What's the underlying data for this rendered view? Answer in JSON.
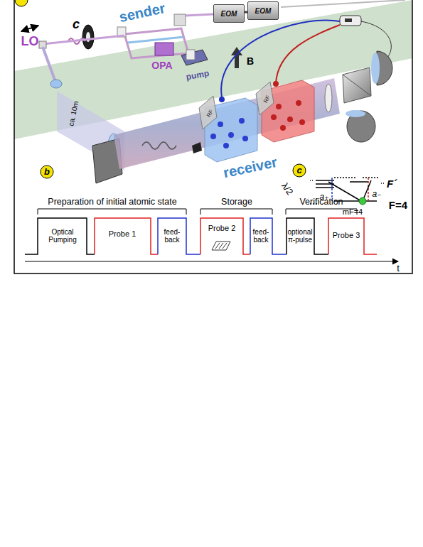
{
  "diagram": {
    "nodes": [
      {
        "text": [
          "EOM"
        ]
      },
      {
        "text": [
          "EOM"
        ]
      }
    ],
    "edges": [
      {
        "from": 0,
        "to": 1,
        "arrow": "none"
      }
    ],
    "labels": [
      "sender",
      "LO",
      "c",
      "OPA",
      "pump",
      "B",
      "RF",
      "RF",
      "receiver",
      "ca. 10m",
      "b",
      "c",
      "λ/2",
      "F´",
      "F=4",
      "a₊",
      "a₋",
      "mF=4",
      "Preparation of initial atomic state",
      "Storage",
      "Verification",
      "Optical Pumping",
      "Probe 1",
      "feed-back",
      "Probe 2",
      "feed-back",
      "optional π-pulse",
      "Probe 3",
      "t"
    ]
  }
}
